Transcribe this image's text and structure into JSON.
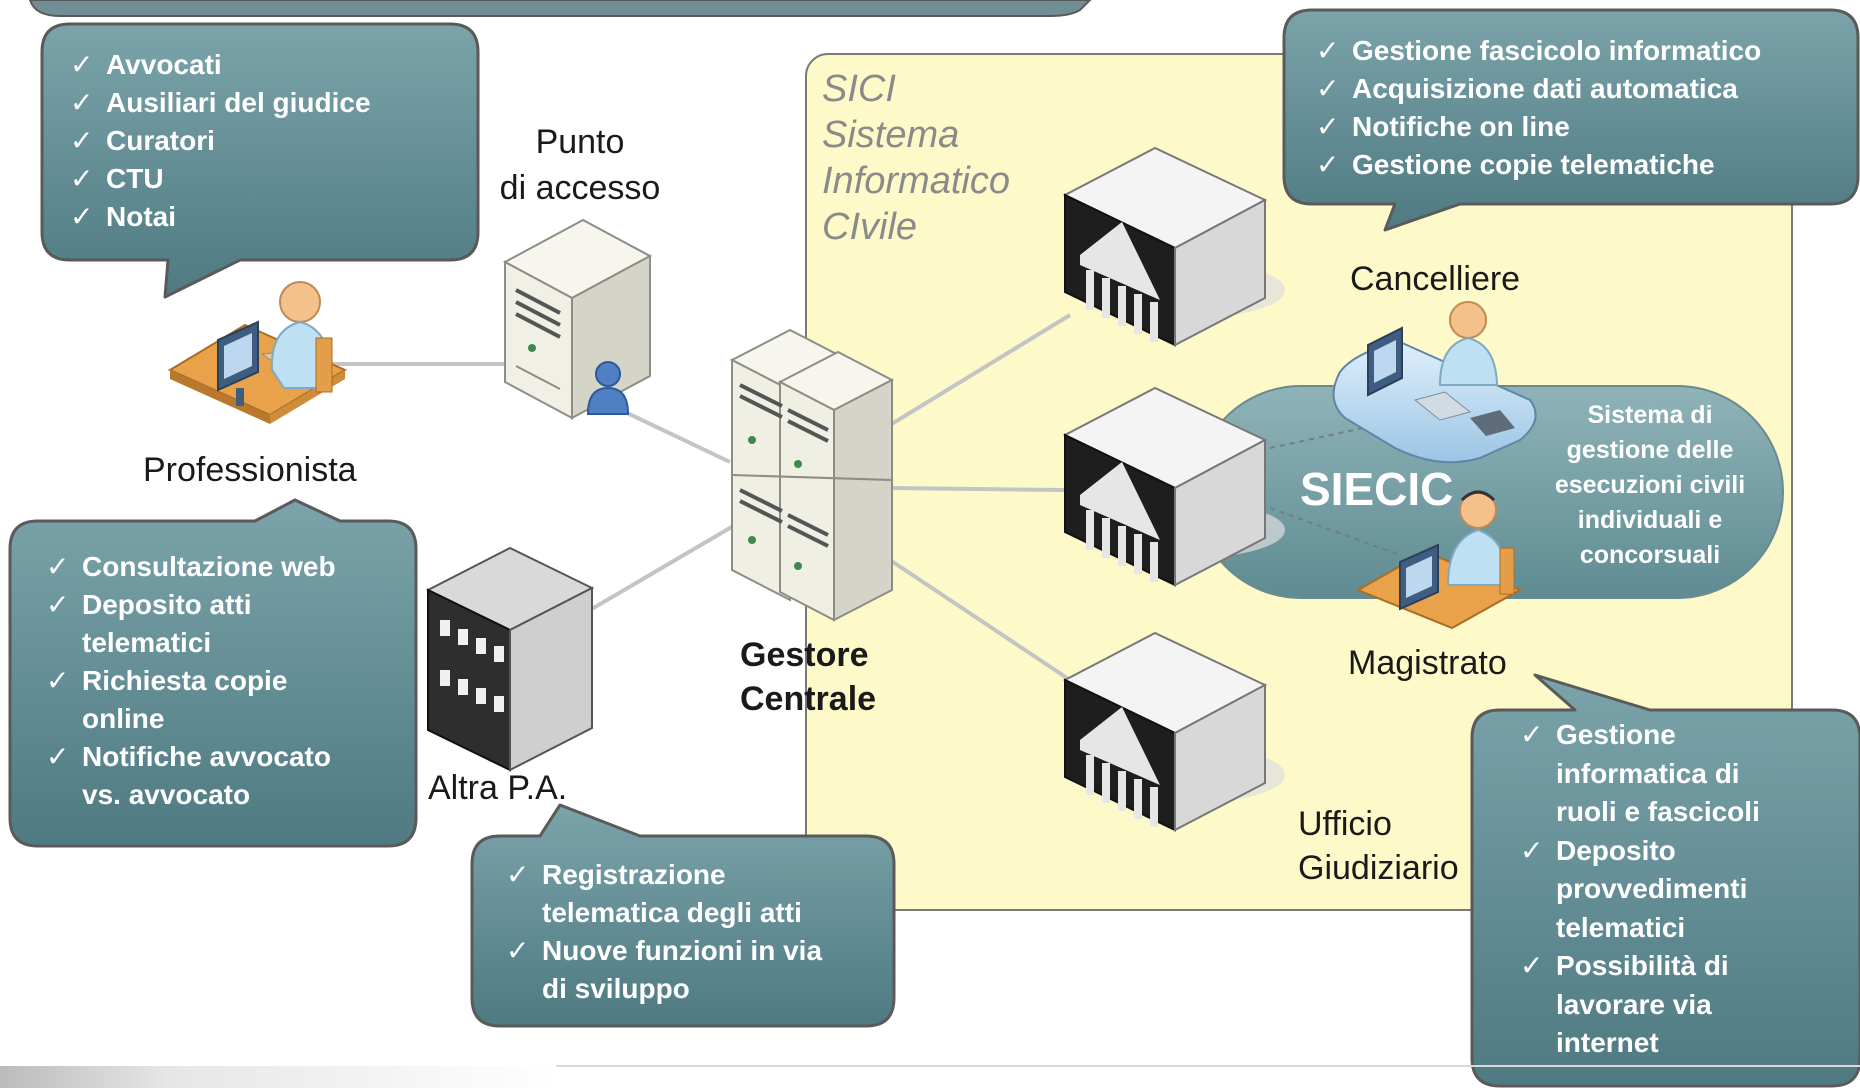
{
  "colors": {
    "callout_fill": "#5f8a92",
    "sici_area": "#fdf9c8",
    "check": "#ffffff"
  },
  "sici": {
    "lines": [
      "SICI",
      "Sistema",
      "Informatico",
      "CIvile"
    ]
  },
  "labels": {
    "punto": [
      "Punto",
      "di accesso"
    ],
    "professionista": "Professionista",
    "gestore": [
      "Gestore",
      "Centrale"
    ],
    "altra_pa": "Altra P.A.",
    "cancelliere": "Cancelliere",
    "magistrato": "Magistrato",
    "ufficio": [
      "Ufficio",
      "Giudiziario"
    ]
  },
  "siecic": {
    "title": "SIECIC",
    "description": [
      "Sistema di",
      "gestione delle",
      "esecuzioni civili",
      "individuali e",
      "concorsuali"
    ]
  },
  "icons": [
    "user-workstation-icon",
    "server-user-icon",
    "server-cluster-icon",
    "building-icon",
    "courthouse-icon",
    "clerk-desk-icon",
    "judge-workstation-icon"
  ],
  "callouts": {
    "professionals": {
      "check": "✓",
      "items": [
        [
          "Avvocati"
        ],
        [
          "Ausiliari del giudice"
        ],
        [
          "Curatori"
        ],
        [
          "CTU"
        ],
        [
          "Notai"
        ]
      ]
    },
    "web_services": {
      "check": "✓",
      "items": [
        [
          "Consultazione web"
        ],
        [
          "Deposito atti",
          "telematici"
        ],
        [
          "Richiesta copie",
          "online"
        ],
        [
          "Notifiche avvocato",
          "vs. avvocato"
        ]
      ]
    },
    "registration": {
      "check": "✓",
      "items": [
        [
          "Registrazione",
          "telematica degli atti"
        ],
        [
          "Nuove funzioni in via",
          "di sviluppo"
        ]
      ]
    },
    "clerk_functions": {
      "check": "✓",
      "items": [
        [
          "Gestione fascicolo informatico"
        ],
        [
          "Acquisizione dati automatica"
        ],
        [
          "Notifiche on line"
        ],
        [
          "Gestione copie telematiche"
        ]
      ]
    },
    "judge_functions": {
      "check": "✓",
      "items": [
        [
          "Gestione",
          "informatica di",
          "ruoli e fascicoli"
        ],
        [
          "Deposito",
          "provvedimenti",
          "telematici"
        ],
        [
          "Possibilità di",
          "lavorare via",
          "internet"
        ]
      ]
    }
  }
}
